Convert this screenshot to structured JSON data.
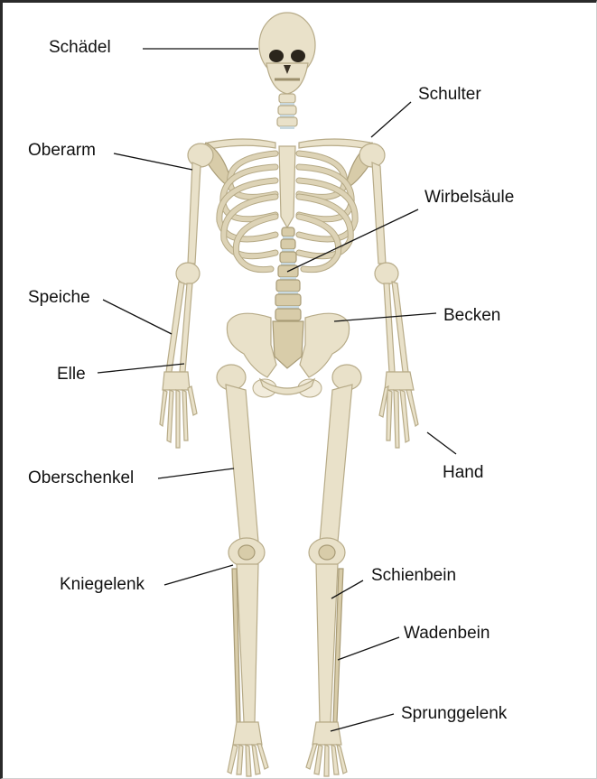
{
  "diagram": {
    "labels": {
      "skull": "Schädel",
      "shoulder": "Schulter",
      "upper_arm": "Oberarm",
      "spine": "Wirbelsäule",
      "radius": "Speiche",
      "pelvis": "Becken",
      "ulna": "Elle",
      "hand": "Hand",
      "femur": "Oberschenkel",
      "knee": "Kniegelenk",
      "tibia": "Schienbein",
      "fibula": "Wadenbein",
      "ankle": "Sprunggelenk"
    },
    "colors": {
      "bone": "#e9e1c9",
      "bone_outline": "#b7ab88",
      "intervertebral_disc": "#c9d9e0",
      "leader_line": "#111111"
    }
  }
}
